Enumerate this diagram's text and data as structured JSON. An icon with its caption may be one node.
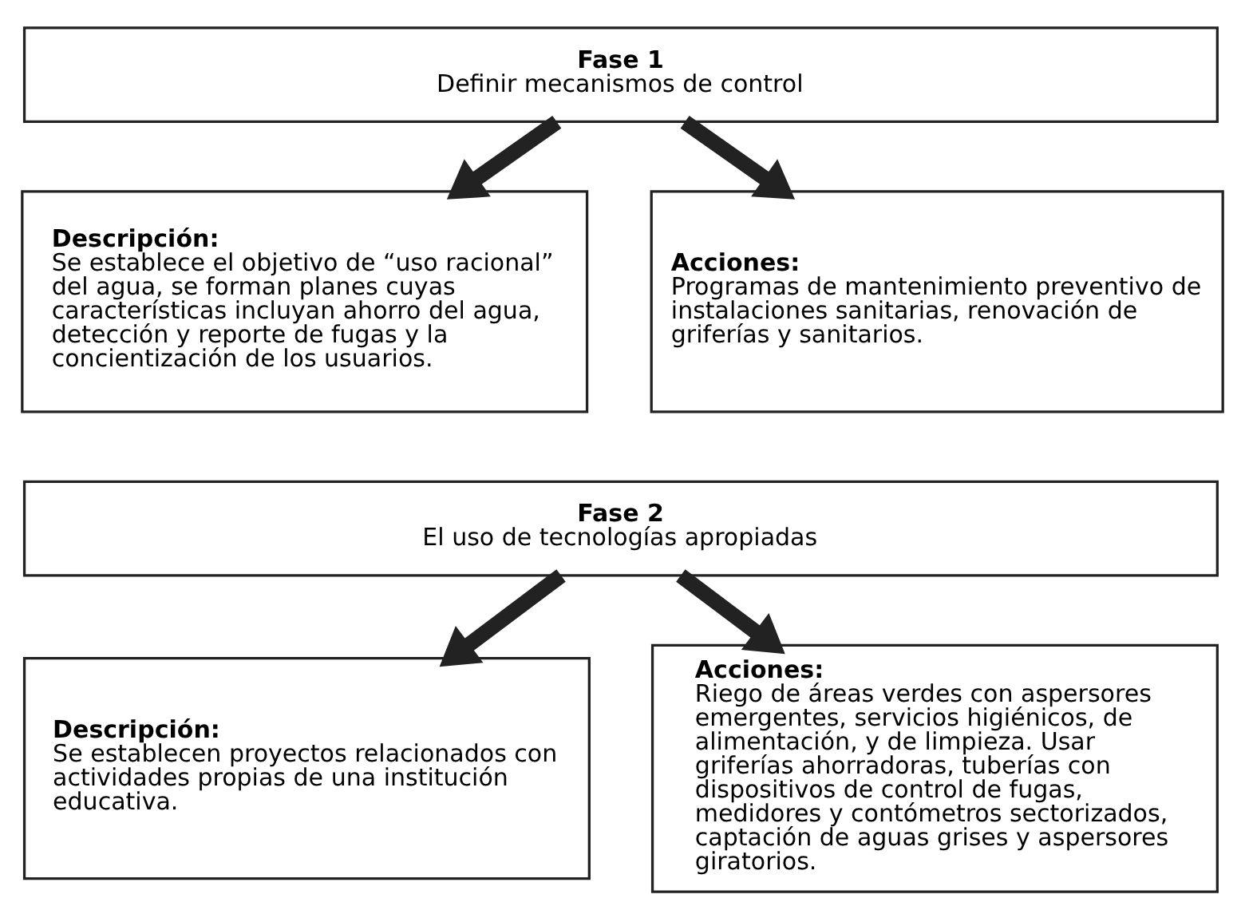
{
  "diagram": {
    "nodes": [
      {
        "text": [
          "Fase 1",
          "Definir mecanismos de control"
        ]
      },
      {
        "text": [
          "Descripción:",
          "Se establece el objetivo de “uso racional” del agua, se forman planes cuyas características incluyan ahorro del agua, detección y reporte de fugas y la concientización de los usuarios."
        ]
      },
      {
        "text": [
          "Acciones:",
          "Programas de mantenimiento preventivo de instalaciones sanitarias, renovación de griferías y sanitarios."
        ]
      },
      {
        "text": [
          "Fase 2",
          "El uso de tecnologías apropiadas"
        ]
      },
      {
        "text": [
          "Descripción:",
          "Se establecen proyectos relacionados con actividades propias de una institución educativa."
        ]
      },
      {
        "text": [
          "Acciones:",
          "Riego de áreas verdes con aspersores emergentes, servicios higiénicos, de alimentación, y de limpieza. Usar griferías ahorradoras, tuberías con dispositivos de control de fugas, medidores y contómetros sectorizados, captación de aguas grises y aspersores giratorios."
        ]
      }
    ],
    "edges": [
      {
        "from": 0,
        "to": 1,
        "arrow": "to"
      },
      {
        "from": 0,
        "to": 2,
        "arrow": "to"
      },
      {
        "from": 3,
        "to": 4,
        "arrow": "to"
      },
      {
        "from": 3,
        "to": 5,
        "arrow": "to"
      }
    ]
  }
}
